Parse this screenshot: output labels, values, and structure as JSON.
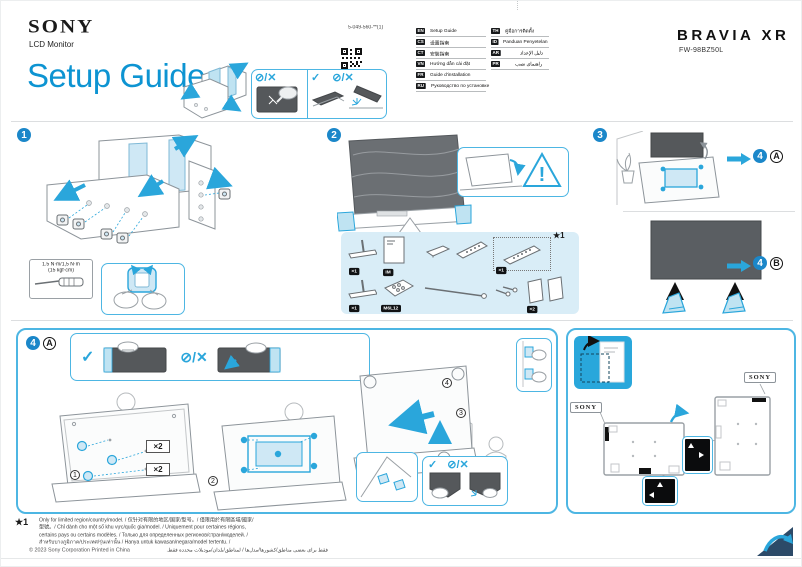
{
  "page": {
    "brand": "SONY",
    "product_type": "LCD Monitor",
    "title": "Setup Guide",
    "part_number": "5-049-560-**(1)",
    "series_logo": "BRAVIA XR",
    "model": "FW-98BZ50L",
    "copyright": "© 2023 Sony Corporation  Printed in China"
  },
  "icons": {
    "check": "✓",
    "prohibit": "⊘",
    "slash": "/",
    "cross": "✕",
    "warning": "!"
  },
  "languages": {
    "left": [
      {
        "code": "EN",
        "label": "Setup Guide"
      },
      {
        "code": "CS",
        "label": "设置指南"
      },
      {
        "code": "CT",
        "label": "安裝指南"
      },
      {
        "code": "VN",
        "label": "Hướng dẫn cài đặt"
      },
      {
        "code": "FR",
        "label": "Guide d'installation"
      },
      {
        "code": "RU",
        "label": "Руководство по установке"
      }
    ],
    "right": [
      {
        "code": "TH",
        "label": "คู่มือการติดตั้ง"
      },
      {
        "code": "ID",
        "label": "Panduan Penyetelan"
      },
      {
        "code": "AR",
        "label": "دليل الإعداد"
      },
      {
        "code": "PR",
        "label": "راهنمای نصب"
      }
    ]
  },
  "steps": {
    "one": "1",
    "two": "2",
    "three": "3",
    "four": "4",
    "variant_a": "A",
    "variant_b": "B"
  },
  "step1": {
    "torque": "1.5 N·m/1,5 N·m",
    "torque_sub": "(15 kgf·cm)"
  },
  "step2": {
    "note": "★1",
    "badge_stand_top": "×1",
    "badge_manual": "IM",
    "badge_remote": "×1",
    "badge_stand_bottom": "×1",
    "badge_screws": "M6L12",
    "badge_cards": "×2"
  },
  "step4a": {
    "qty_top": "×2",
    "qty_bottom": "×2",
    "sub1": "1",
    "sub2": "2",
    "sub3": "3",
    "sub4": "4"
  },
  "wall_label": {
    "sony": "SONY"
  },
  "footnote": {
    "marker": "★1",
    "lines": [
      "Only for limited region/country/model. / 仅针对有限的地区/国家/型号。/ 僅限用於有限區域/國家/",
      "型號。/ Chỉ dành cho một số khu vực/quốc gia/model. / Uniquement pour certaines régions,",
      "certains pays ou certains modèles. / Только для определенных регионов/стран/моделей. /",
      "สำหรับบางภูมิภาค/ประเทศ/รุ่นเท่านั้น / Hanya untuk kawasan/negara/model tertentu. /",
      "فقط برای بعضی مناطق/کشورها/مدل‌ها / لمناطق/بلدان/موديلات محددة فقط."
    ]
  }
}
